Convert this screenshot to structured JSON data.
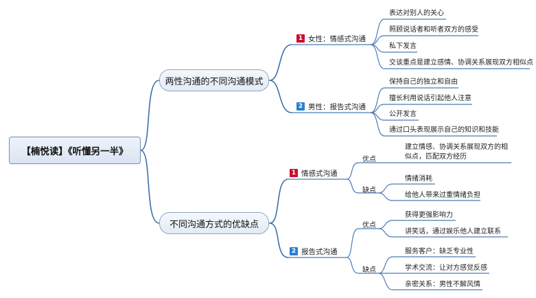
{
  "root": {
    "label": "【楠悦读】《听懂另一半》"
  },
  "branches": [
    {
      "label": "两性沟通的不同沟通模式",
      "groups": [
        {
          "badge": "1",
          "badge_color": "#c8102e",
          "label": "女性：情感式沟通",
          "items": [
            "表达对别人的关心",
            "照顾说话者和听者双方的感受",
            "私下发言",
            "交谈重点是建立感情、协调关系展现双方相似点"
          ]
        },
        {
          "badge": "2",
          "badge_color": "#2b7fd0",
          "label": "男性：报告式沟通",
          "items": [
            "保持自己的独立和自由",
            "擅长利用说话引起他人注意",
            "公开发言",
            "通过口头表现展示自己的知识和技能"
          ]
        }
      ]
    },
    {
      "label": "不同沟通方式的优缺点",
      "groups": [
        {
          "badge": "1",
          "badge_color": "#c8102e",
          "label": "情感式沟通",
          "pros_label": "优点",
          "pros": [
            "建立情感、协调关系展现双方的相似点，匹配双方经历"
          ],
          "cons_label": "缺点",
          "cons": [
            "情绪消耗",
            "给他人带来过重情绪负担"
          ]
        },
        {
          "badge": "2",
          "badge_color": "#2b7fd0",
          "label": "报告式沟通",
          "pros_label": "优点",
          "pros": [
            "获得更强影响力",
            "讲笑话，通过娱乐他人建立联系"
          ],
          "cons_label": "缺点",
          "cons": [
            "服务客户：缺乏专业性",
            "学术交流：让对方感觉反感",
            "亲密关系：男性不解风情"
          ]
        }
      ]
    }
  ],
  "colors": {
    "connector": "#3d6fa8",
    "underline": "#4a7bb5"
  }
}
